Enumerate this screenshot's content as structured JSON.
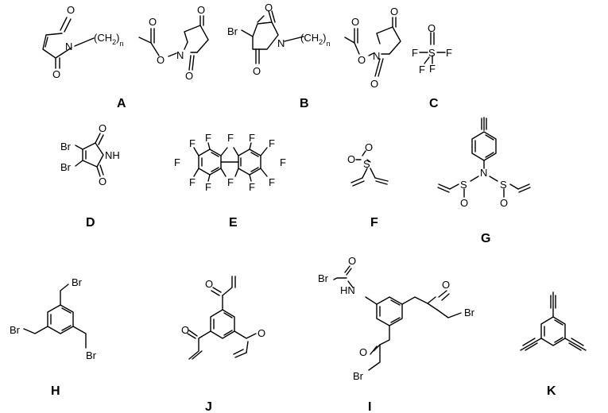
{
  "compounds": [
    {
      "id": "A",
      "atoms": {
        "o1": "O",
        "n": "N",
        "o2": "O",
        "chain": "(CH",
        "chain_sub": "2",
        "chain_close": ")",
        "n_index": "n",
        "o3": "O",
        "o4": "O",
        "n2": "N",
        "o5": "O",
        "o6": "O"
      }
    },
    {
      "id": "B",
      "atoms": {
        "br": "Br",
        "o1": "O",
        "n": "N",
        "o2": "O",
        "chain": "(CH",
        "chain_sub": "2",
        "chain_close": ")",
        "n_index": "n",
        "o3": "O",
        "o4": "O",
        "n2": "N",
        "o5": "O",
        "o6": "O"
      }
    },
    {
      "id": "C",
      "atoms": {
        "f1": "F",
        "s": "S",
        "f2": "F",
        "f3": "F",
        "f4": "F",
        "o": "O"
      }
    },
    {
      "id": "D",
      "atoms": {
        "br1": "Br",
        "br2": "Br",
        "o1": "O",
        "nh": "NH",
        "o2": "O"
      }
    },
    {
      "id": "E",
      "atoms": {
        "f": "F"
      }
    },
    {
      "id": "F",
      "atoms": {
        "o1": "O",
        "s": "S",
        "o2": "O"
      }
    },
    {
      "id": "G",
      "atoms": {
        "n": "N",
        "s1": "S",
        "s2": "S",
        "o": "O"
      }
    },
    {
      "id": "H",
      "atoms": {
        "br": "Br"
      }
    },
    {
      "id": "J",
      "atoms": {
        "o": "O"
      }
    },
    {
      "id": "I",
      "atoms": {
        "br": "Br",
        "o": "O",
        "hn": "HN"
      }
    },
    {
      "id": "K",
      "atoms": {}
    }
  ]
}
